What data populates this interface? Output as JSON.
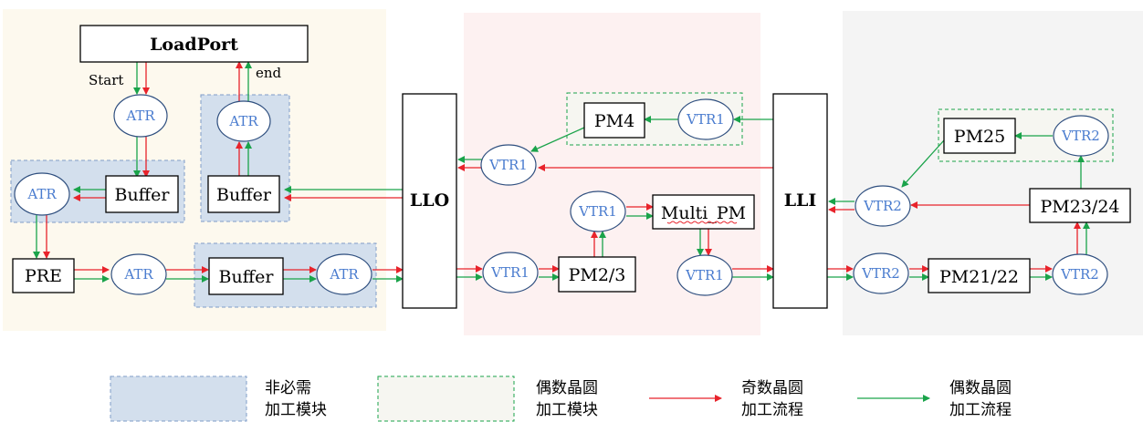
{
  "colors": {
    "odd_flow": "#e8232b",
    "even_flow": "#1aa34a",
    "circle_text": "#4a7ccf",
    "zone_left": "#fdf9ee",
    "zone_mid": "#fdf1f1",
    "zone_right": "#f4f4f4",
    "optional_fill": "#d3dfed",
    "optional_border": "#7f9cc8",
    "even_box_border": "#1aa34a"
  },
  "nodes": {
    "loadport": "LoadPort",
    "buffer": "Buffer",
    "pre": "PRE",
    "atr": "ATR",
    "llo": "LLO",
    "lli": "LLI",
    "vtr1": "VTR1",
    "vtr2": "VTR2",
    "pm4": "PM4",
    "pm23": "PM2/3",
    "multi_pm": "Multi_PM",
    "pm25": "PM25",
    "pm2324": "PM23/24",
    "pm2122": "PM21/22"
  },
  "labels": {
    "start": "Start",
    "end": "end"
  },
  "legend": {
    "optional_line1": "非必需",
    "optional_line2": "加工模块",
    "even_line1": "偶数晶圆",
    "even_line2": "加工模块",
    "odd_flow_line1": "奇数晶圆",
    "odd_flow_line2": "加工流程",
    "even_flow_line1": "偶数晶圆",
    "even_flow_line2": "加工流程"
  }
}
